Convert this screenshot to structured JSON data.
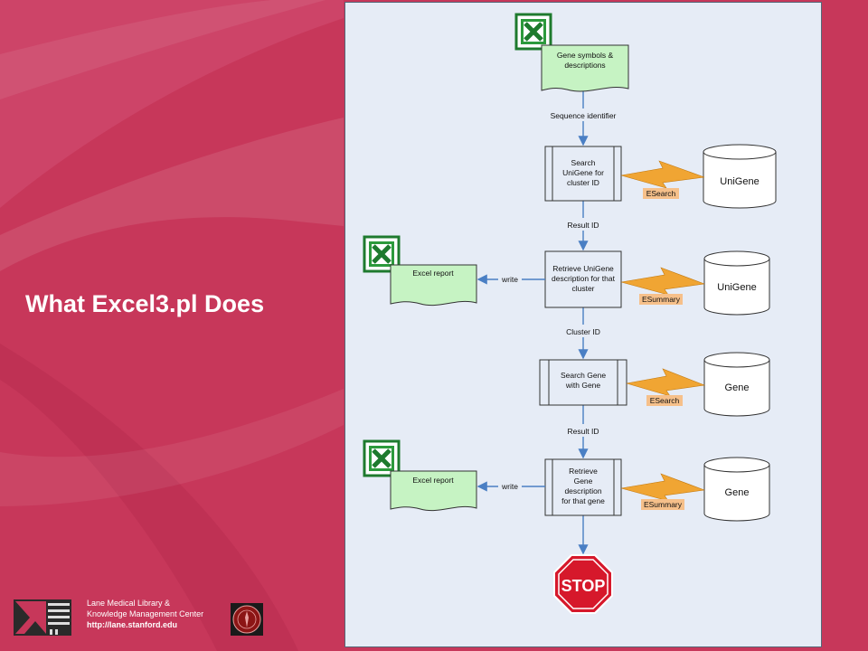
{
  "slide": {
    "title": "What Excel3.pl Does",
    "footer": {
      "line1": "Lane Medical Library &",
      "line2": "Knowledge Management Center",
      "url": "http://lane.stanford.edu"
    }
  },
  "diagram": {
    "doc_input": "Gene symbols & descriptions",
    "process_1": "Search UniGene for cluster ID",
    "process_2": "Retrieve UniGene description for that cluster",
    "process_3": "Search Gene with Gene",
    "process_4": "Retrieve Gene description for that gene",
    "db_1": "UniGene",
    "db_2": "UniGene",
    "db_3": "Gene",
    "db_4": "Gene",
    "edge_1": "Sequence identifier",
    "edge_2": "Result ID",
    "edge_3": "Cluster ID",
    "edge_4": "Result ID",
    "link_1": "ESearch",
    "link_2": "ESummary",
    "link_3": "ESearch",
    "link_4": "ESummary",
    "report_1": "Excel report",
    "report_2": "Excel report",
    "write_1": "write",
    "write_2": "write",
    "stop": "STOP"
  },
  "colors": {
    "background": "#c7375a",
    "panel": "#e6ecf6",
    "document_fill": "#c6f3c3",
    "process_fill": "#e6ecf6",
    "arrow": "#4a7fc4",
    "lightning": "#f0a533",
    "label_highlight": "#f6c08a",
    "stop": "#d6182b",
    "excel_green": "#1e7a2e"
  },
  "icons": [
    "excel-icon",
    "database-icon",
    "lightning-icon",
    "stop-sign-icon"
  ]
}
